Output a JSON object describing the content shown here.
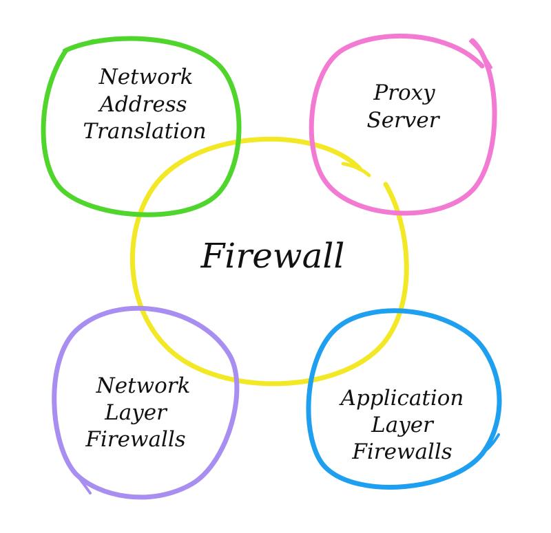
{
  "diagram": {
    "center": {
      "label": "Firewall",
      "color": "#f2e825"
    },
    "nodes": [
      {
        "id": "nat",
        "lines": [
          "Network",
          "Address",
          "Translation"
        ],
        "color": "#4fd52c"
      },
      {
        "id": "proxy",
        "lines": [
          "Proxy",
          "Server"
        ],
        "color": "#f27ad2"
      },
      {
        "id": "network-layer",
        "lines": [
          "Network",
          "Layer",
          "Firewalls"
        ],
        "color": "#a78ef0"
      },
      {
        "id": "application-layer",
        "lines": [
          "Application",
          "Layer",
          "Firewalls"
        ],
        "color": "#1e9fef"
      }
    ]
  }
}
